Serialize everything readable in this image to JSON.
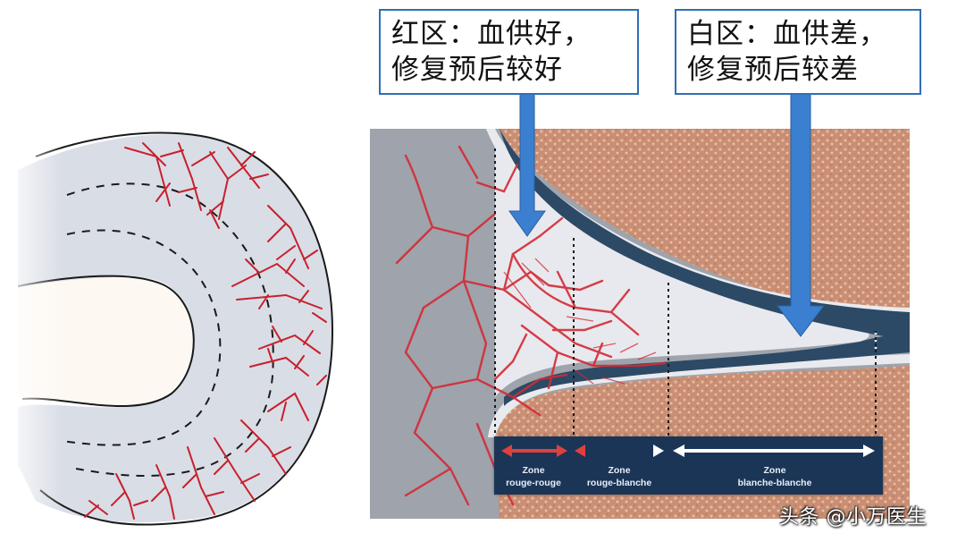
{
  "callouts": {
    "red_zone": {
      "line1": "红区：血供好，",
      "line2": "修复预后较好"
    },
    "white_zone": {
      "line1": "白区：血供差，",
      "line2": "修复预后较差"
    }
  },
  "zones": [
    {
      "line1": "Zone",
      "line2": "rouge-rouge",
      "arrow_color": "#e0403c"
    },
    {
      "line1": "Zone",
      "line2": "rouge-blanche",
      "arrow_color": "#e86a5e"
    },
    {
      "line1": "Zone",
      "line2": "blanche-blanche",
      "arrow_color": "#ffffff"
    }
  ],
  "watermark": "头条 @小万医生",
  "colors": {
    "callout_border": "#2f6fb5",
    "arrow_blue": "#3b7fd0",
    "vessel_red": "#d42a35",
    "meniscus_gray": "#d9dde5",
    "bone_texture": "#c98e73",
    "zone_bar": "#1b3557",
    "cartilage_dark": "#2c4a66"
  }
}
